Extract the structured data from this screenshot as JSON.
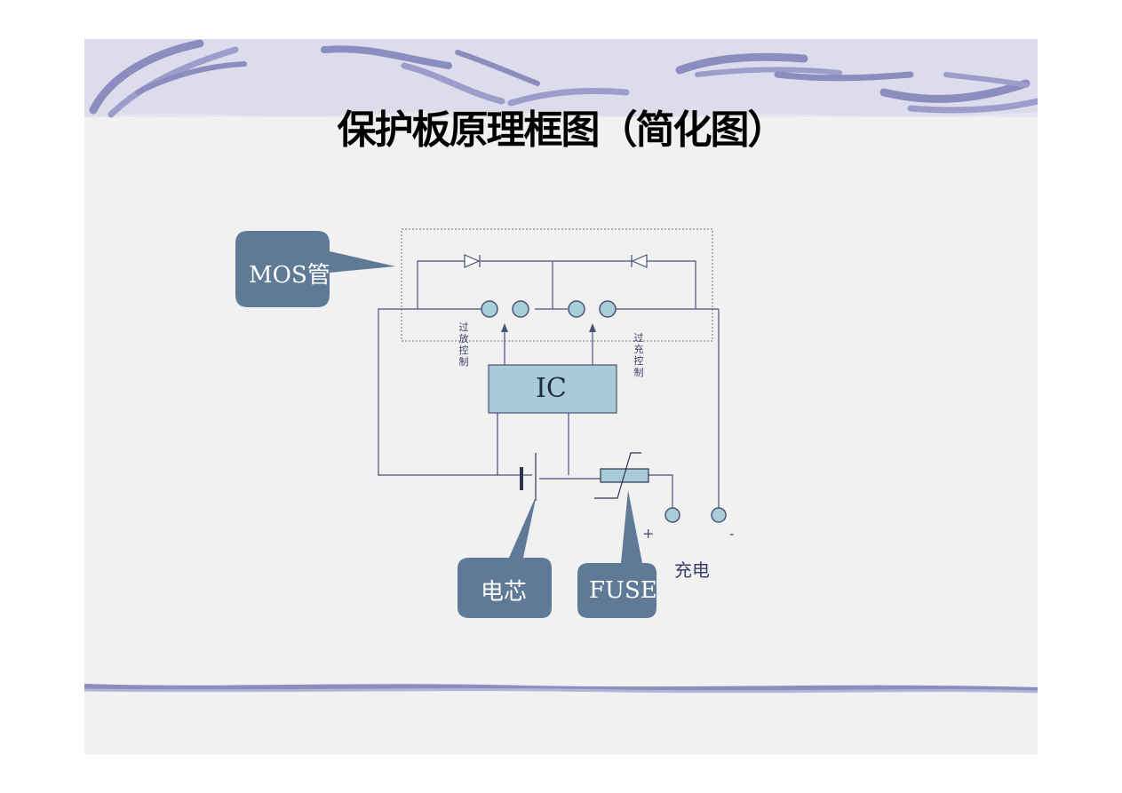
{
  "title": "保护板原理框图（简化图）",
  "callouts": {
    "mos": "MOS管",
    "cell": "电芯",
    "fuse": "FUSE"
  },
  "labels": {
    "ic": "IC",
    "over_discharge": "过放控制",
    "over_charge": "过充控制",
    "plus": "+",
    "minus": "-",
    "charge": "充电"
  },
  "colors": {
    "callout_fill": "#5f7a96",
    "ic_fill": "#a8cbd7",
    "node_fill": "#a8cfd8",
    "wire": "#4a5278",
    "banner": "#9a9bc8"
  }
}
